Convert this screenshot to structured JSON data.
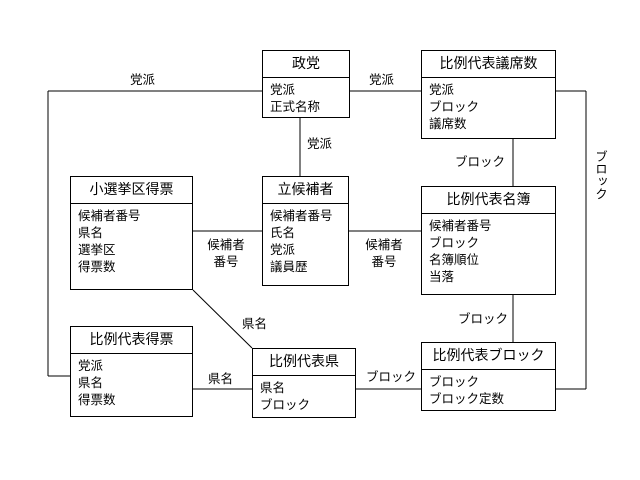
{
  "entities": {
    "seito": {
      "title": "政党",
      "attrs": [
        "党派",
        "正式名称"
      ]
    },
    "hirei_giseki": {
      "title": "比例代表議席数",
      "attrs": [
        "党派",
        "ブロック",
        "議席数"
      ]
    },
    "kouho": {
      "title": "立候補者",
      "attrs": [
        "候補者番号",
        "氏名",
        "党派",
        "議員歴"
      ]
    },
    "shosenkyoku": {
      "title": "小選挙区得票",
      "attrs": [
        "候補者番号",
        "県名",
        "選挙区",
        "得票数"
      ]
    },
    "hirei_meibo": {
      "title": "比例代表名簿",
      "attrs": [
        "候補者番号",
        "ブロック",
        "名簿順位",
        "当落"
      ]
    },
    "hirei_tokuhyo": {
      "title": "比例代表得票",
      "attrs": [
        "党派",
        "県名",
        "得票数"
      ]
    },
    "hirei_ken": {
      "title": "比例代表県",
      "attrs": [
        "県名",
        "ブロック"
      ]
    },
    "hirei_block": {
      "title": "比例代表ブロック",
      "attrs": [
        "ブロック",
        "ブロック定数"
      ]
    }
  },
  "labels": {
    "left_top": "党派",
    "seito_giseki": "党派",
    "seito_kouho": "党派",
    "giseki_meibo": "ブロック",
    "right_vertical": "ブロック",
    "sho_kouho_1": "候補者",
    "sho_kouho_2": "番号",
    "kouho_meibo_1": "候補者",
    "kouho_meibo_2": "番号",
    "meibo_block": "ブロック",
    "sho_ken": "県名",
    "tokuhyo_ken": "県名",
    "ken_block": "ブロック"
  }
}
